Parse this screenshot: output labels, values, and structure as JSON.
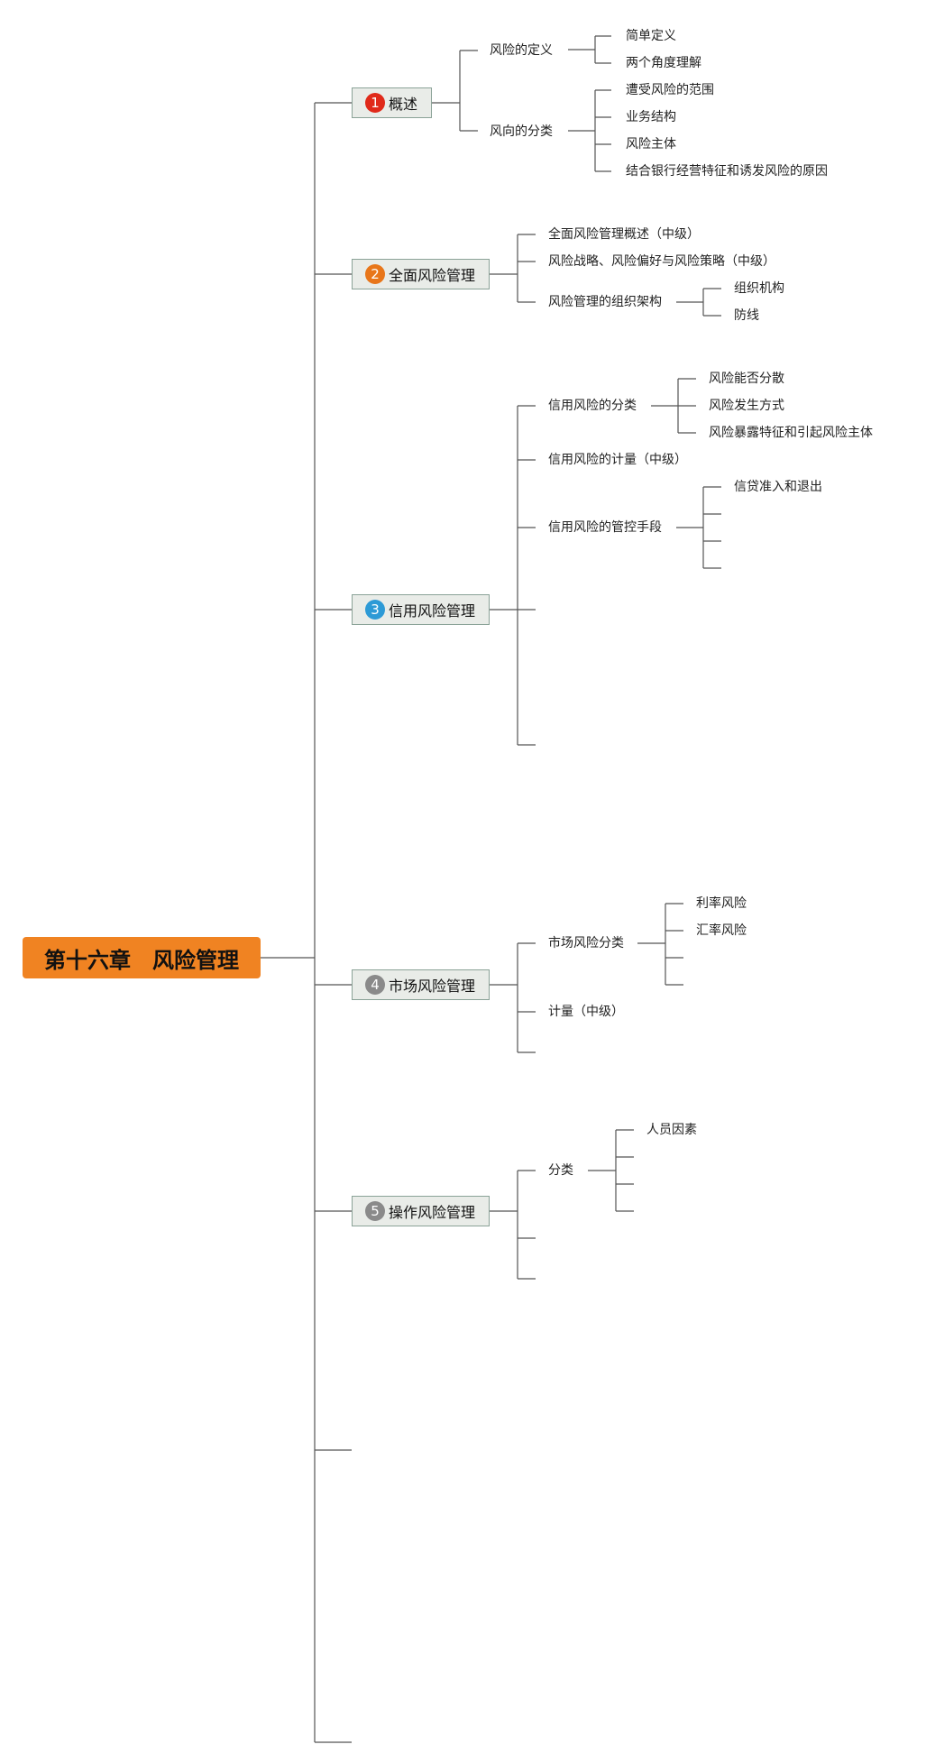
{
  "root": "第十六章　风险管理",
  "b1": {
    "num": "1",
    "label": "概述",
    "color": "#e02a1a",
    "def": "风险的定义",
    "def1": "简单定义",
    "def2": "两个角度理解",
    "cls": "风向的分类",
    "cls1": "遭受风险的范围",
    "cls2": "业务结构",
    "cls3": "风险主体",
    "cls4": "结合银行经营特征和诱发风险的原因"
  },
  "b2": {
    "num": "2",
    "label": "全面风险管理",
    "color": "#e8761a",
    "s1": "全面风险管理概述（中级）",
    "s2": "风险战略、风险偏好与风险策略（中级）",
    "s3": "风险管理的组织架构",
    "s3a": "组织机构",
    "s3b": "防线"
  },
  "b3": {
    "num": "3",
    "label": "信用风险管理",
    "color": "#2d9ad6",
    "s1": "信用风险的分类",
    "s1a": "风险能否分散",
    "s1b": "风险发生方式",
    "s1c": "风险暴露特征和引起风险主体",
    "s2": "信用风险的计量（中级）",
    "s3": "信用风险的管控手段",
    "s3a": "信贷准入和退出"
  },
  "b4": {
    "num": "4",
    "label": "市场风险管理",
    "color": "#8a8a8a",
    "s1": "市场风险分类",
    "s1a": "利率风险",
    "s1b": "汇率风险",
    "s2": "计量（中级）"
  },
  "b5": {
    "num": "5",
    "label": "操作风险管理",
    "color": "#8a8a8a",
    "s1": "分类",
    "s1a": "人员因素"
  }
}
